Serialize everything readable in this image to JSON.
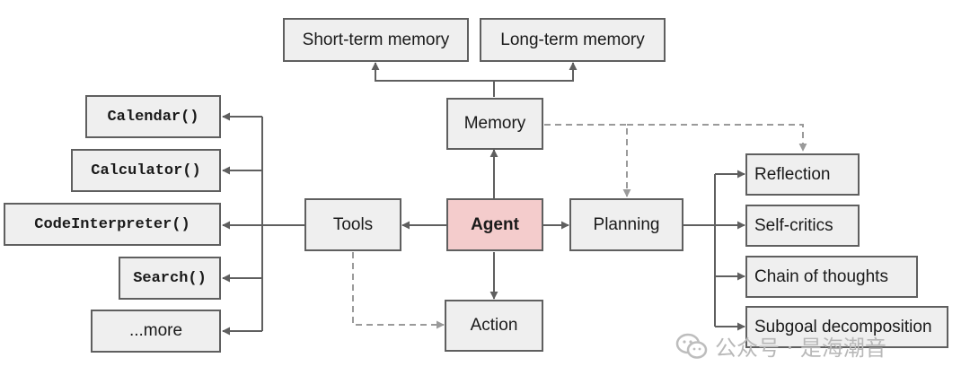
{
  "nodes": {
    "short_term_memory": "Short-term memory",
    "long_term_memory": "Long-term memory",
    "memory": "Memory",
    "agent": "Agent",
    "tools": "Tools",
    "planning": "Planning",
    "action": "Action",
    "calendar": "Calendar()",
    "calculator": "Calculator()",
    "code_interpreter": "CodeInterpreter()",
    "search": "Search()",
    "more": "...more",
    "reflection": "Reflection",
    "self_critics": "Self-critics",
    "chain_of_thoughts": "Chain of thoughts",
    "subgoal_decomposition": "Subgoal decomposition"
  },
  "watermark": {
    "text": "公众号 · 是海潮音",
    "icon": "wechat-icon"
  },
  "colors": {
    "box_fill": "#efefef",
    "agent_fill": "#f4cccc",
    "line": "#5f5f5f",
    "dashed_line": "#9a9a9a"
  }
}
